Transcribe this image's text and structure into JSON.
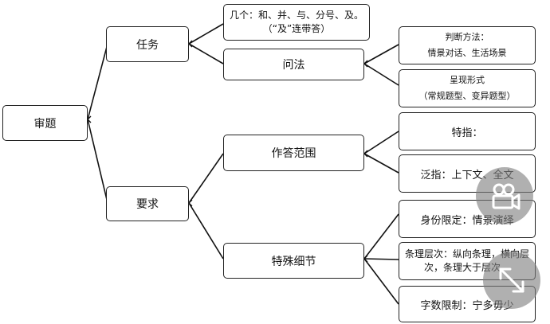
{
  "root": {
    "label": "审题"
  },
  "branches": {
    "task": {
      "label": "任务"
    },
    "requirement": {
      "label": "要求"
    }
  },
  "task_children": {
    "connectives": {
      "lines": [
        "几个：和、并、与、分号、及。",
        "（“及”连带答）"
      ]
    },
    "questioning": {
      "label": "问法"
    }
  },
  "questioning_children": {
    "judgement": {
      "lines": [
        "判断方法：",
        "情景对话、生活场景"
      ]
    },
    "form": {
      "lines": [
        "呈现形式",
        "（常规题型、变异题型）"
      ]
    }
  },
  "requirement_children": {
    "scope": {
      "label": "作答范围"
    },
    "details": {
      "label": "特殊细节"
    }
  },
  "scope_children": {
    "specific": {
      "label": "特指："
    },
    "general": {
      "label": "泛指：上下文、全文"
    }
  },
  "details_children": {
    "identity": {
      "label": "身份限定：情景演绎"
    },
    "hierarchy": {
      "label": "条理层次：纵向条理，横向层次，条理大于层次。"
    },
    "wordcount": {
      "label": "字数限制：宁多毋少"
    }
  },
  "overlay": {
    "camera_icon": "video-camera-icon",
    "expand_icon": "expand-arrow-icon",
    "color": "#808080"
  }
}
